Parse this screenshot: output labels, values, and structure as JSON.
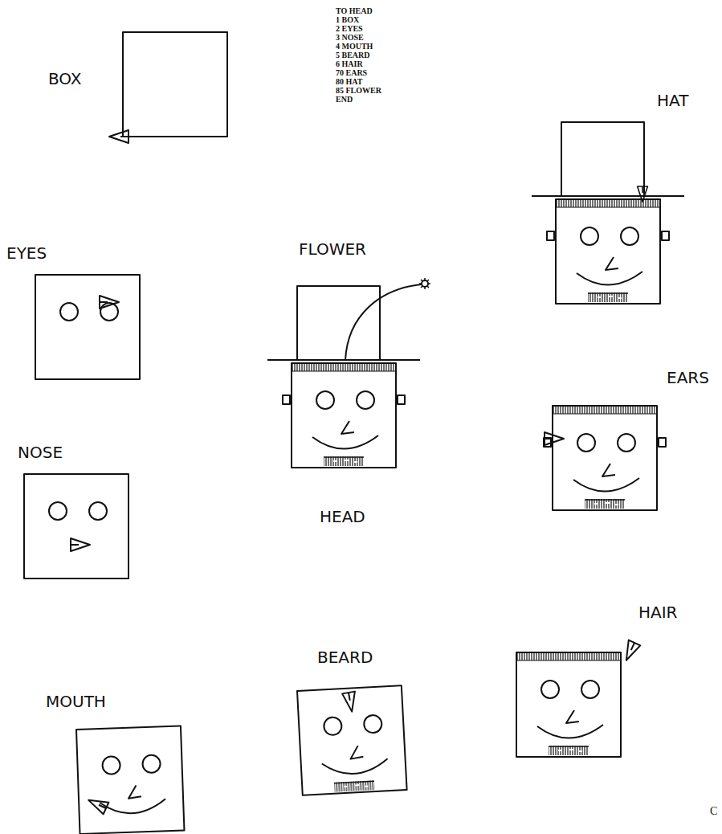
{
  "diagram": {
    "labels": [
      "BOX",
      "TO HEAD",
      "1 BOX",
      "2 EYES",
      "3 NOSE",
      "4 MOUTH",
      "5 BEARD",
      "6 HAIR",
      "70 EARS",
      "80 HAT",
      "85 FLOWER",
      "END",
      "HAT",
      "EYES",
      "FLOWER",
      "EARS",
      "NOSE",
      "HEAD",
      "HAIR",
      "BEARD",
      "MOUTH",
      "C"
    ]
  }
}
